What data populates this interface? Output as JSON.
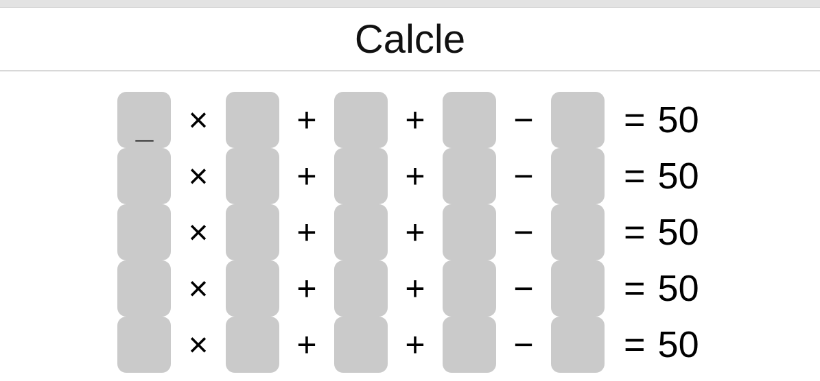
{
  "window": {
    "chrome_strip": "browser-chrome-strip"
  },
  "header": {
    "title": "Calcle"
  },
  "board": {
    "operators": [
      "×",
      "+",
      "+",
      "−"
    ],
    "equals_sign": "=",
    "rows": [
      {
        "row_index": 1,
        "cells": [
          "_",
          "",
          "",
          "",
          ""
        ],
        "active_cell_index": 0,
        "operators": [
          "×",
          "+",
          "+",
          "−"
        ],
        "equals": "=",
        "target": "50"
      },
      {
        "row_index": 2,
        "cells": [
          "",
          "",
          "",
          "",
          ""
        ],
        "active_cell_index": -1,
        "operators": [
          "×",
          "+",
          "+",
          "−"
        ],
        "equals": "=",
        "target": "50"
      },
      {
        "row_index": 3,
        "cells": [
          "",
          "",
          "",
          "",
          ""
        ],
        "active_cell_index": -1,
        "operators": [
          "×",
          "+",
          "+",
          "−"
        ],
        "equals": "=",
        "target": "50"
      },
      {
        "row_index": 4,
        "cells": [
          "",
          "",
          "",
          "",
          ""
        ],
        "active_cell_index": -1,
        "operators": [
          "×",
          "+",
          "+",
          "−"
        ],
        "equals": "=",
        "target": "50"
      },
      {
        "row_index": 5,
        "cells": [
          "",
          "",
          "",
          "",
          ""
        ],
        "active_cell_index": -1,
        "operators": [
          "×",
          "+",
          "+",
          "−"
        ],
        "equals": "=",
        "target": "50"
      }
    ]
  },
  "colors": {
    "cell_fill": "#cacaca",
    "page_background": "#ffffff",
    "chrome_strip": "#e3e3e3",
    "text": "#000000",
    "header_rule": "#9a9a9a"
  }
}
